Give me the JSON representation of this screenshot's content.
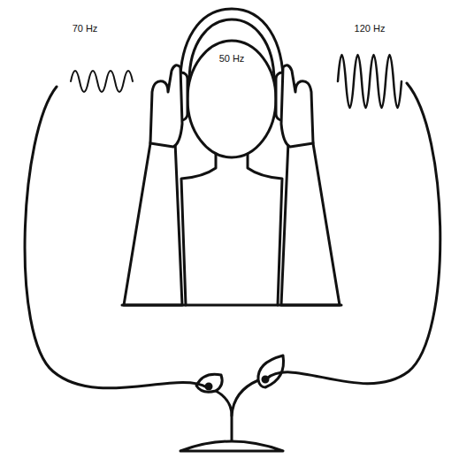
{
  "diagram": {
    "labels": [
      "70 Hz",
      "50 Hz",
      "120 Hz"
    ]
  }
}
